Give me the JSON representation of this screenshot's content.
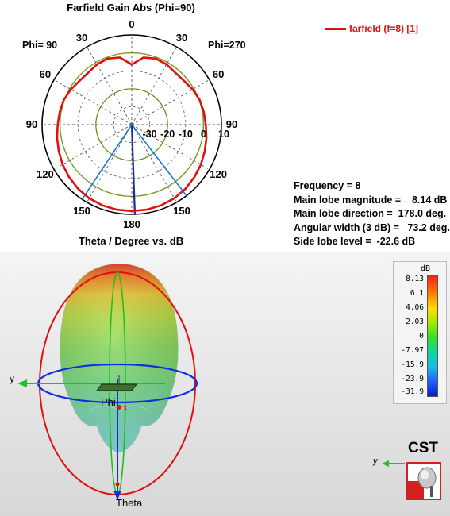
{
  "chart_data": {
    "type": "polar",
    "title": "Farfield Gain Abs (Phi=90)",
    "xlabel": "Theta / Degree vs. dB",
    "phi_left_label": "Phi= 90",
    "phi_right_label": "Phi=270",
    "angle_ticks_right": [
      "0",
      "30",
      "60",
      "90",
      "120",
      "150",
      "180"
    ],
    "angle_ticks_left": [
      "30",
      "60",
      "90",
      "120",
      "150"
    ],
    "radial_ticks": [
      "-30",
      "-20",
      "-10",
      "0",
      "10"
    ],
    "radial_range": [
      -40,
      10
    ],
    "series": [
      {
        "name": "farfield (f=8) [1]",
        "color": "#e01010",
        "theta": [
          0,
          10,
          20,
          30,
          40,
          50,
          60,
          70,
          80,
          90,
          100,
          110,
          120,
          130,
          140,
          150,
          160,
          170,
          180
        ],
        "gain": [
          -6.5,
          -2.0,
          -0.8,
          -1.2,
          -2.2,
          -2.0,
          -0.8,
          0.3,
          0.8,
          1.3,
          2.3,
          3.3,
          4.5,
          5.6,
          6.6,
          7.4,
          7.9,
          8.1,
          8.14
        ]
      }
    ],
    "beamwidth_lines_deg": [
      142.4,
      178.0,
      213.6
    ],
    "info": {
      "frequency": "Frequency = 8",
      "main_lobe_magnitude": "Main lobe magnitude =    8.14 dB",
      "main_lobe_direction": "Main lobe direction =  178.0 deg.",
      "angular_width": "Angular width (3 dB) =   73.2 deg.",
      "side_lobe_level": "Side lobe level =  -22.6 dB"
    }
  },
  "view3d": {
    "axis_y_label": "y",
    "axis_theta_label": "Theta",
    "axis_phi_label": "Phi",
    "axis_x_label": "x",
    "colorbar": {
      "unit": "dB",
      "ticks": [
        "8.13",
        "6.1",
        "4.06",
        "2.03",
        "0",
        "-7.97",
        "-15.9",
        "-23.9",
        "-31.9"
      ]
    },
    "logo_text": "CST",
    "small_axis_label": "y"
  }
}
